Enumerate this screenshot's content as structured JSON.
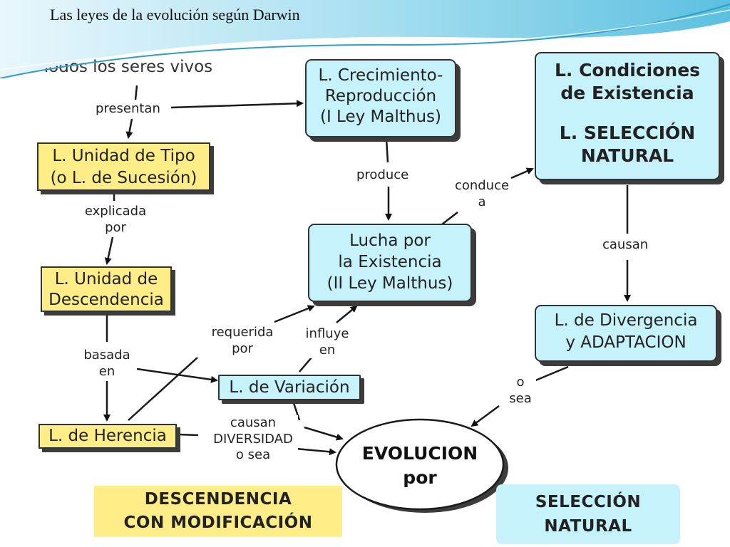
{
  "slide": {
    "title": "Las leyes de la evolución según Darwin"
  },
  "nodes": {
    "root": "Todos los seres vivos",
    "crecimiento": [
      "L. Crecimiento-",
      "Reproducción",
      "(I Ley Malthus)"
    ],
    "condiciones": [
      "L. Condiciones",
      "de Existencia",
      "L.  SELECCIÓN",
      "NATURAL"
    ],
    "unidad_tipo": [
      "L. Unidad de Tipo",
      "(o L. de Sucesión)"
    ],
    "lucha": [
      "Lucha por",
      "la Existencia",
      "(II Ley Malthus)"
    ],
    "unidad_descendencia": [
      "L. Unidad de",
      "Descendencia"
    ],
    "divergencia": [
      "L. de Divergencia",
      "y ADAPTACION"
    ],
    "variacion": "L. de Variación",
    "herencia": "L. de Herencia",
    "evolucion": [
      "EVOLUCION",
      "por"
    ],
    "descendencia_mod": [
      "DESCENDENCIA",
      "CON MODIFICACIÓN"
    ],
    "seleccion_natural": [
      "SELECCIÓN",
      "NATURAL"
    ]
  },
  "links": {
    "presentan": "presentan",
    "explicada_por": [
      "explicada",
      "por"
    ],
    "basada_en": [
      "basada",
      "en"
    ],
    "produce": "produce",
    "conduce_a": [
      "conduce",
      "a"
    ],
    "causan": "causan",
    "requerida_por": [
      "requerida",
      "por"
    ],
    "influye_en": [
      "influye",
      "en"
    ],
    "causan_diversidad": [
      "causan",
      "DIVERSIDAD",
      "o sea"
    ],
    "o_sea": [
      "o",
      "sea"
    ]
  },
  "colors": {
    "cyan_fill": "#c6f2fb",
    "yellow_fill": "#ffee88",
    "title_wave": "#7ccde6"
  }
}
